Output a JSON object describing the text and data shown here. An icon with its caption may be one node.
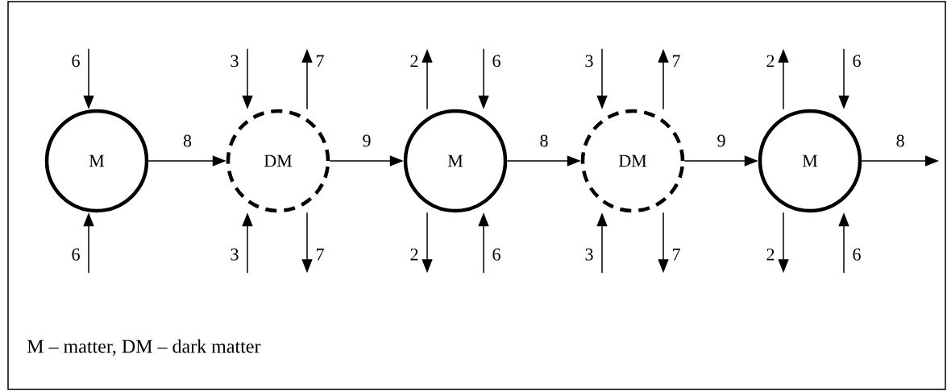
{
  "diagram": {
    "nodes": [
      {
        "text": [
          "M"
        ]
      },
      {
        "text": [
          "DM"
        ]
      },
      {
        "text": [
          "M"
        ]
      },
      {
        "text": [
          "DM"
        ]
      },
      {
        "text": [
          "M"
        ]
      }
    ],
    "edges": [
      {
        "from": null,
        "to": 0,
        "arrow": "to",
        "label": "6"
      },
      {
        "from": null,
        "to": 0,
        "arrow": "to",
        "label": "6"
      },
      {
        "from": 0,
        "to": 1,
        "arrow": "to",
        "label": "8"
      },
      {
        "from": null,
        "to": 1,
        "arrow": "to",
        "label": "3"
      },
      {
        "from": 1,
        "to": null,
        "arrow": "to",
        "label": "7"
      },
      {
        "from": null,
        "to": 1,
        "arrow": "to",
        "label": "3"
      },
      {
        "from": 1,
        "to": null,
        "arrow": "to",
        "label": "7"
      },
      {
        "from": 1,
        "to": 2,
        "arrow": "to",
        "label": "9"
      },
      {
        "from": 2,
        "to": null,
        "arrow": "to",
        "label": "2"
      },
      {
        "from": null,
        "to": 2,
        "arrow": "to",
        "label": "6"
      },
      {
        "from": 2,
        "to": null,
        "arrow": "to",
        "label": "2"
      },
      {
        "from": null,
        "to": 2,
        "arrow": "to",
        "label": "6"
      },
      {
        "from": 2,
        "to": 3,
        "arrow": "to",
        "label": "8"
      },
      {
        "from": null,
        "to": 3,
        "arrow": "to",
        "label": "3"
      },
      {
        "from": 3,
        "to": null,
        "arrow": "to",
        "label": "7"
      },
      {
        "from": null,
        "to": 3,
        "arrow": "to",
        "label": "3"
      },
      {
        "from": 3,
        "to": null,
        "arrow": "to",
        "label": "7"
      },
      {
        "from": 3,
        "to": 4,
        "arrow": "to",
        "label": "9"
      },
      {
        "from": 4,
        "to": null,
        "arrow": "to",
        "label": "2"
      },
      {
        "from": null,
        "to": 4,
        "arrow": "to",
        "label": "6"
      },
      {
        "from": 4,
        "to": null,
        "arrow": "to",
        "label": "2"
      },
      {
        "from": null,
        "to": 4,
        "arrow": "to",
        "label": "6"
      },
      {
        "from": 4,
        "to": null,
        "arrow": "to",
        "label": "8"
      }
    ],
    "labels": [
      "M – matter,   DM – dark matter"
    ]
  }
}
